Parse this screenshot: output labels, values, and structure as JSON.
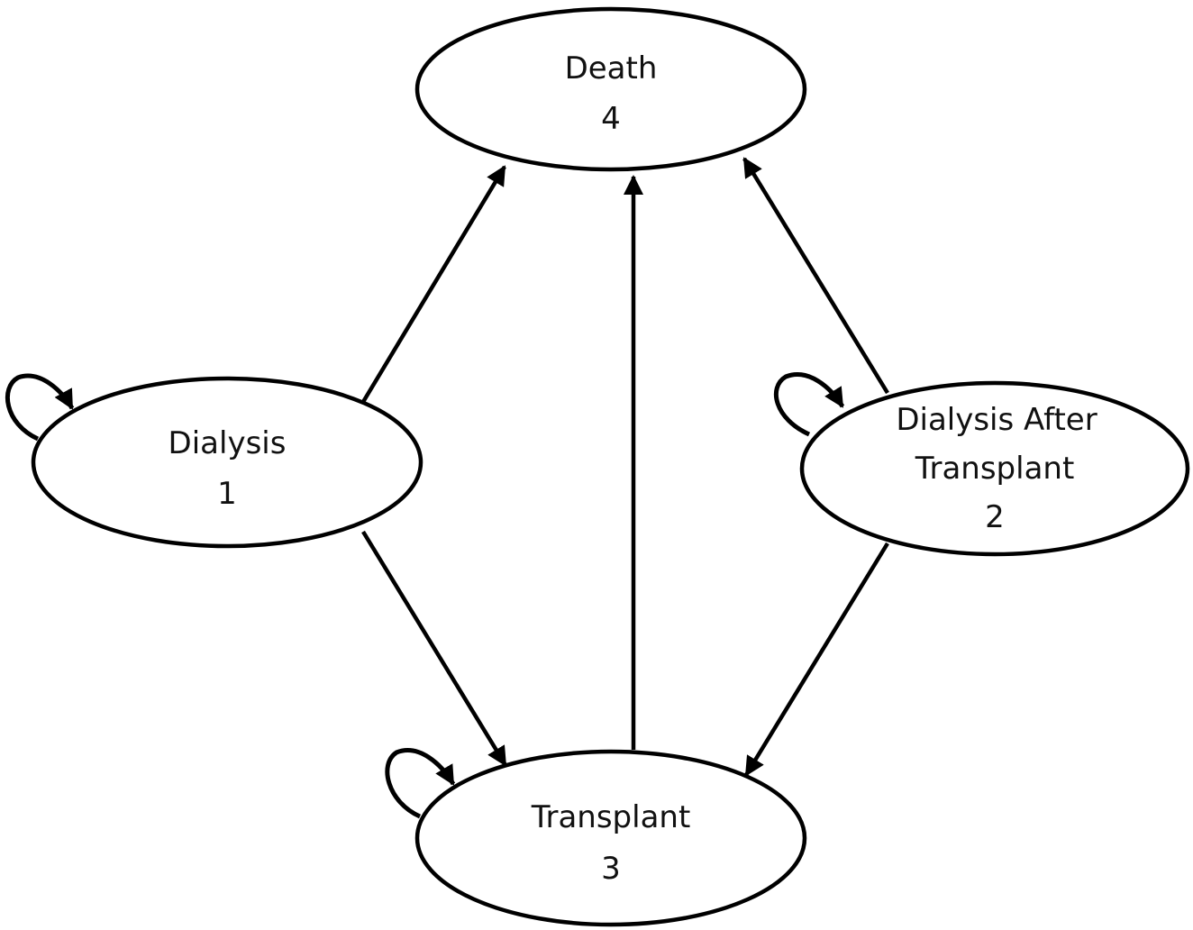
{
  "diagram": {
    "states": {
      "death": {
        "name": "Death",
        "number": "4"
      },
      "dialysis": {
        "name": "Dialysis",
        "number": "1"
      },
      "dialysis_after": {
        "name_line1": "Dialysis After",
        "name_line2": "Transplant",
        "number": "2"
      },
      "transplant": {
        "name": "Transplant",
        "number": "3"
      }
    },
    "transitions": [
      {
        "from": "1",
        "to": "1"
      },
      {
        "from": "1",
        "to": "3"
      },
      {
        "from": "1",
        "to": "4"
      },
      {
        "from": "2",
        "to": "2"
      },
      {
        "from": "2",
        "to": "3"
      },
      {
        "from": "2",
        "to": "4"
      },
      {
        "from": "3",
        "to": "3"
      },
      {
        "from": "3",
        "to": "4"
      }
    ],
    "colors": {
      "stroke": "#000000",
      "fill": "#ffffff",
      "text": "#111111"
    }
  }
}
